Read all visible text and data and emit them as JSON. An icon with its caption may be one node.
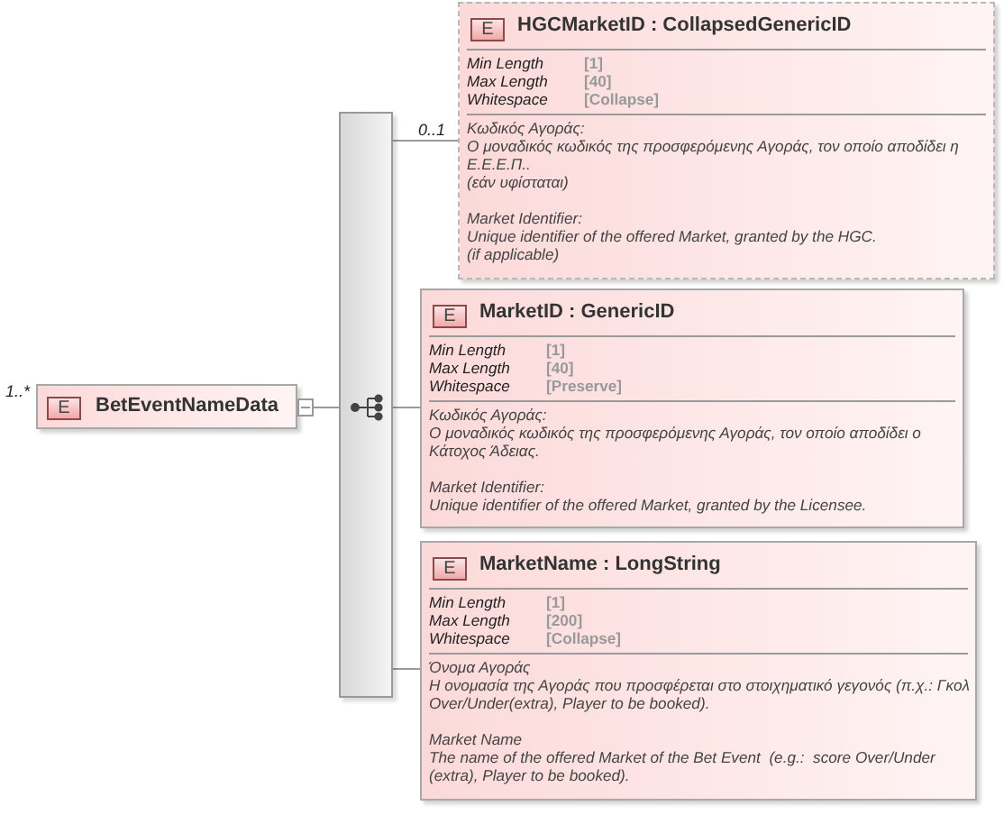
{
  "diagram": {
    "nodes": [
      {
        "text": [
          "E",
          "BetEventNameData"
        ],
        "beside": [
          "1..*"
        ]
      },
      {
        "text": [],
        "shape": "bar"
      },
      {
        "text": [
          "E",
          "HGCMarketID : CollapsedGenericID",
          "Min Length",
          "[1]",
          "Max Length",
          "[40]",
          "Whitespace",
          "[Collapse]",
          "Κωδικός Αγοράς:",
          "Ο μοναδικός κωδικός της προσφερόμενης Αγοράς, τον οποίο αποδίδει η Ε.Ε.Ε.Π..",
          "(εάν υφίσταται)",
          "Market Identifier:",
          "Unique identifier of the offered Market, granted by the HGC.",
          "(if applicable)"
        ],
        "beside": [
          "0..1"
        ]
      },
      {
        "text": [
          "E",
          "MarketID : GenericID",
          "Min Length",
          "[1]",
          "Max Length",
          "[40]",
          "Whitespace",
          "[Preserve]",
          "Κωδικός Αγοράς:",
          "Ο μοναδικός κωδικός της προσφερόμενης Αγοράς, τον οποίο αποδίδει ο Κάτοχος Άδειας.",
          "Market Identifier:",
          "Unique identifier of the offered Market, granted by the Licensee."
        ]
      },
      {
        "text": [
          "E",
          "MarketName : LongString",
          "Min Length",
          "[1]",
          "Max Length",
          "[200]",
          "Whitespace",
          "[Collapse]",
          "Όνομα Αγοράς",
          "Η ονομασία της Αγοράς που προσφέρεται στο στοιχηματικό γεγονός (π.χ.: Γκολ Over/Under(extra), Player to be booked).",
          "Market Name",
          "The name of the offered Market of the Bet Event  (e.g.:  score Over/Under (extra), Player to be booked)."
        ]
      }
    ],
    "edges": [
      {
        "from": 0,
        "to": 1,
        "arrow": "none"
      },
      {
        "from": 1,
        "to": 2,
        "arrow": "none"
      },
      {
        "from": 1,
        "to": 3,
        "arrow": "none"
      },
      {
        "from": 1,
        "to": 4,
        "arrow": "none"
      }
    ]
  }
}
